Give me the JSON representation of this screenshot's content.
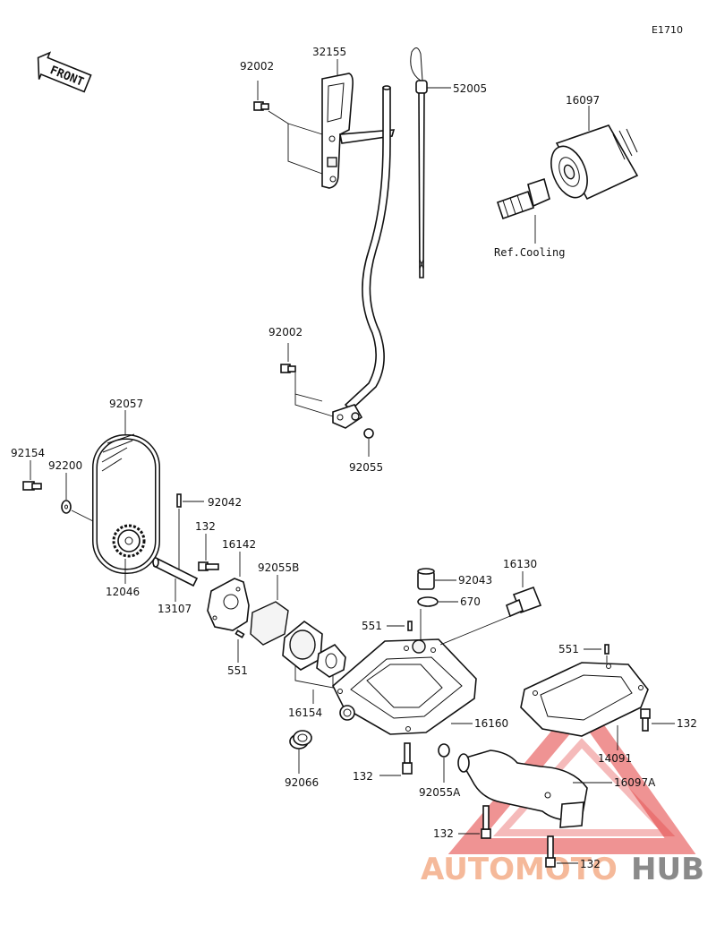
{
  "diagram_code": "E1710",
  "front_label": "FRONT",
  "reference_note": "Ref.Cooling",
  "watermark": {
    "text_a": "AUTOMOTO",
    "text_b": "HUB",
    "color_a": "#f5b99a",
    "color_b": "#8a8a8a",
    "triangle_color": "#e23a3a"
  },
  "parts": {
    "p32155": "32155",
    "p92002_top": "92002",
    "p52005": "52005",
    "p16097": "16097",
    "p92002_mid": "92002",
    "p92055": "92055",
    "p92057": "92057",
    "p92154": "92154",
    "p92200": "92200",
    "p92042": "92042",
    "p132_a": "132",
    "p16142": "16142",
    "p92055B": "92055B",
    "p12046": "12046",
    "p13107": "13107",
    "p551_a": "551",
    "p92043": "92043",
    "p16130": "16130",
    "p670": "670",
    "p551_b": "551",
    "p551_c": "551",
    "p16154": "16154",
    "p16160": "16160",
    "p132_b": "132",
    "p14091": "14091",
    "p92066": "92066",
    "p132_c": "132",
    "p92055A": "92055A",
    "p16097A": "16097A",
    "p132_d": "132",
    "p132_e": "132"
  }
}
